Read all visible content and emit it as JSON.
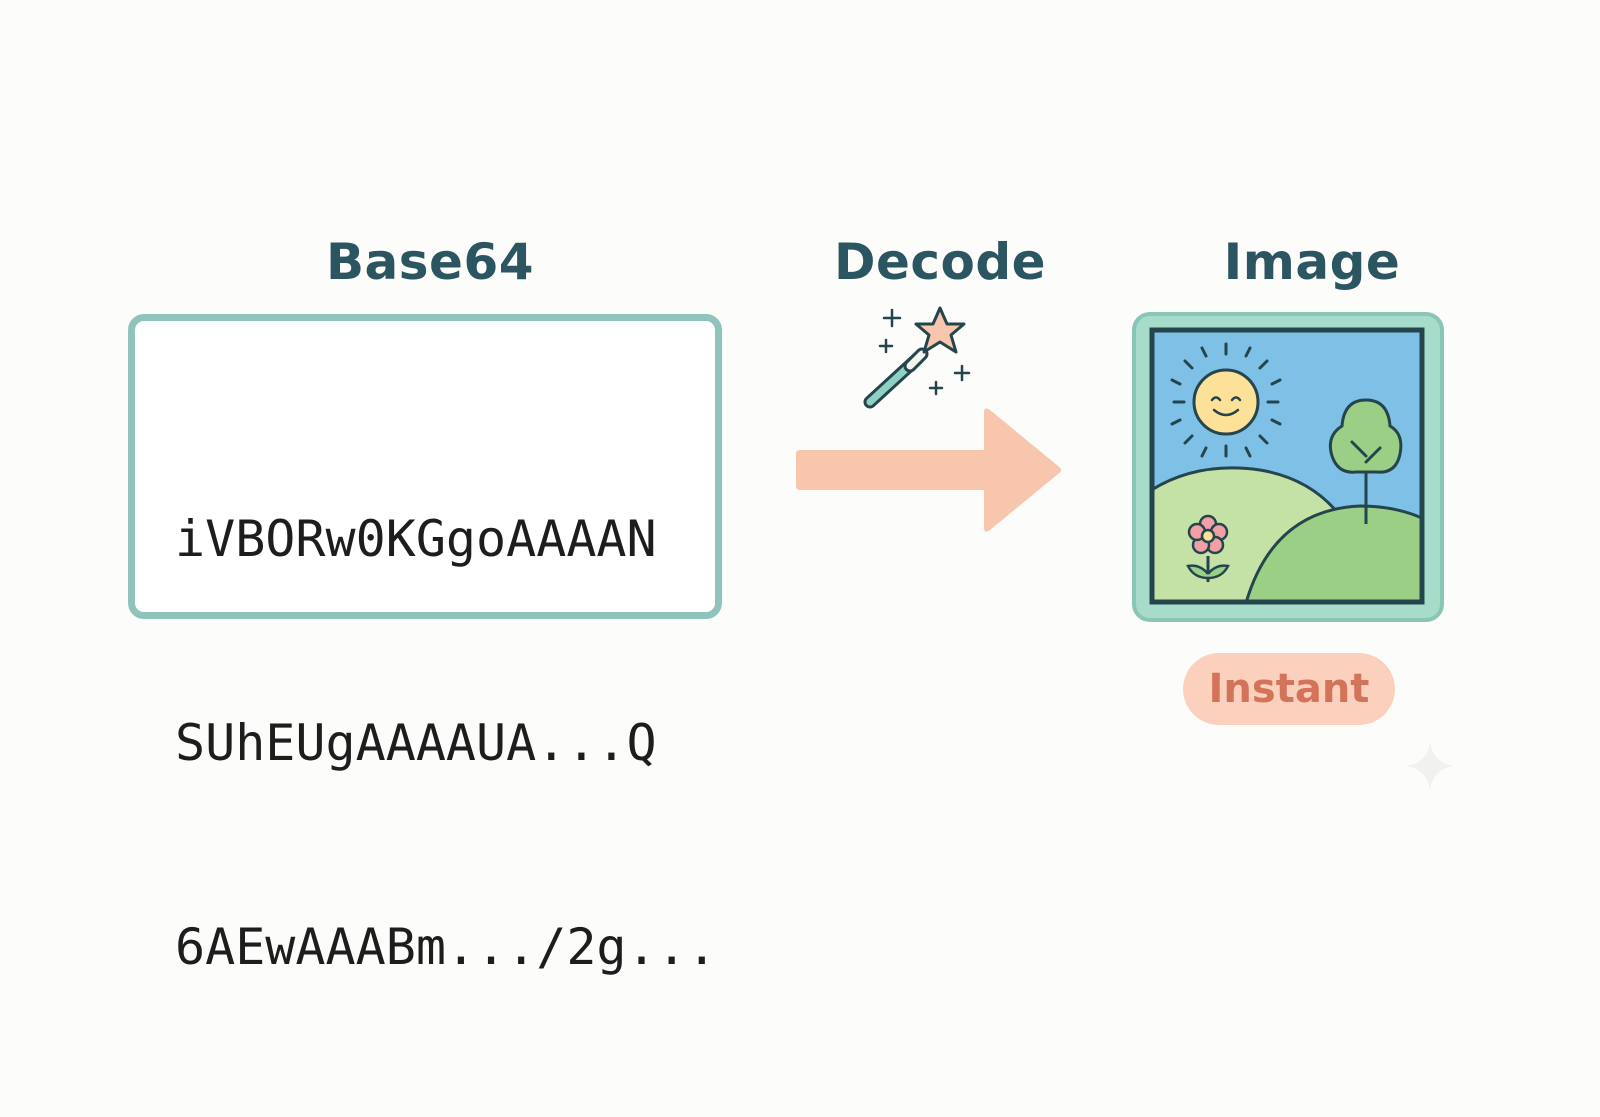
{
  "headings": {
    "base64": "Base64",
    "decode": "Decode",
    "image": "Image"
  },
  "code": {
    "lines": [
      "iVBORw0KGgoAAAAN",
      "SUhEUgAAAAUA...Q",
      "6AEwAAABm.../2g..."
    ]
  },
  "badge": {
    "label": "Instant"
  },
  "icons": {
    "wand": "magic-wand-icon",
    "arrow": "right-arrow-icon",
    "picture": "landscape-picture-icon",
    "sparkle": "sparkle-icon"
  },
  "colors": {
    "heading": "#2b5560",
    "box_border": "#8fc4bd",
    "arrow": "#f8c6ad",
    "badge_bg": "#fbd1bd",
    "badge_text": "#d2735a",
    "sky": "#7ec0e6",
    "hill": "#9ccf86",
    "hill_light": "#c5e2a6",
    "frame_outer": "#a6dcc9",
    "outline": "#25454d",
    "sun": "#fde199"
  }
}
